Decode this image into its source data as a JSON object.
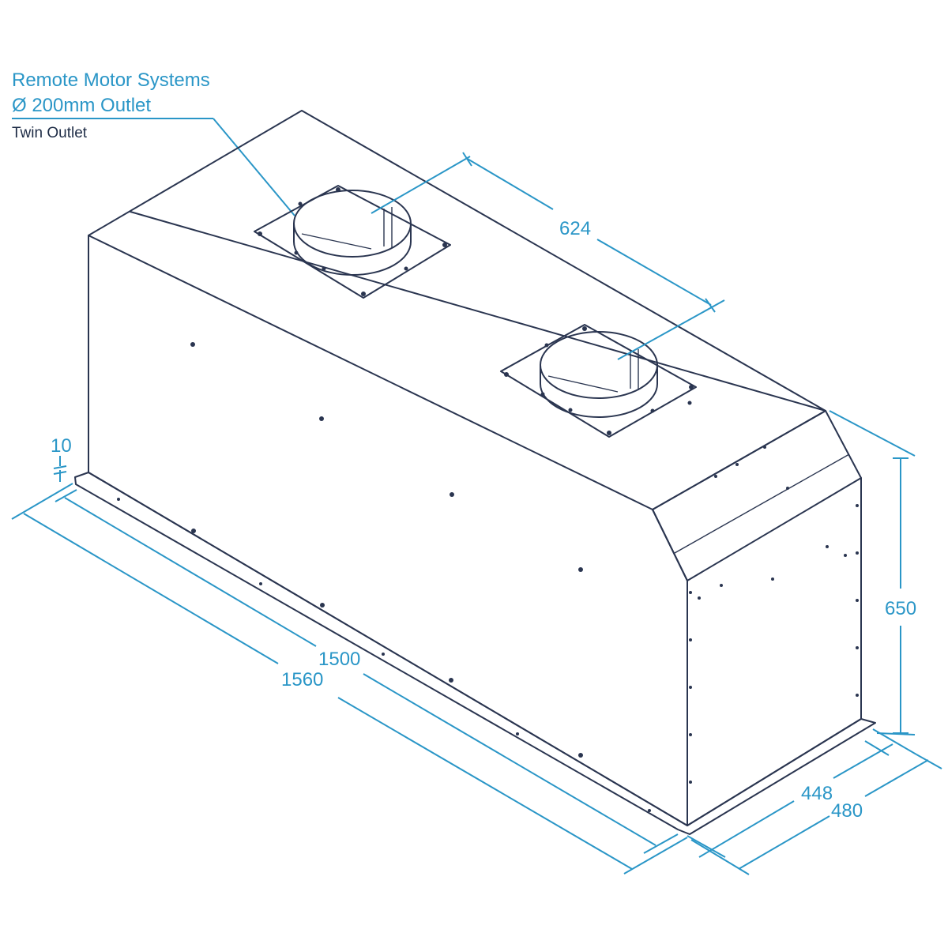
{
  "caption": {
    "line1": "Remote Motor Systems",
    "line2": "Ø 200mm Outlet",
    "line3": "Twin Outlet"
  },
  "dimensions": {
    "outlet_spacing": "624",
    "flange_thickness": "10",
    "inner_width": "1500",
    "outer_width": "1560",
    "height": "650",
    "inner_depth": "448",
    "outer_depth": "480"
  },
  "colors": {
    "dimension": "#2a96c7",
    "outline": "#2a3550",
    "caption_secondary": "#1d2b45"
  }
}
